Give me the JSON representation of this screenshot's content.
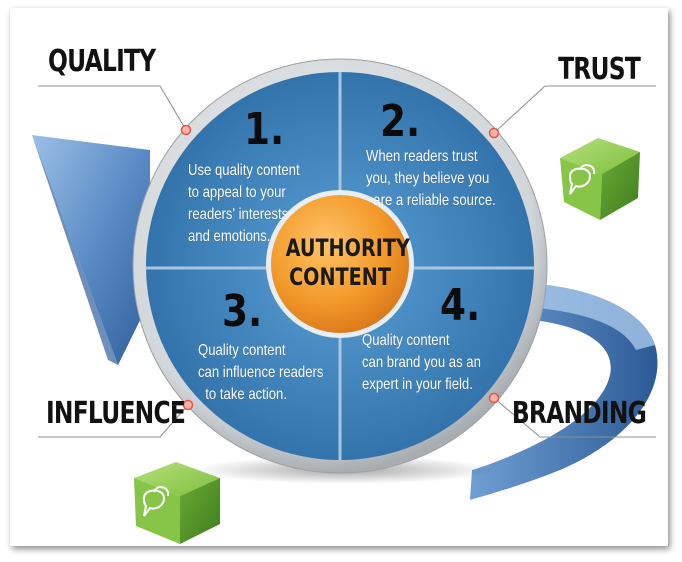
{
  "center": {
    "title": "AUTHORITY\nCONTENT"
  },
  "corners": {
    "top_left": "QUALITY",
    "top_right": "TRUST",
    "bottom_left": "INFLUENCE",
    "bottom_right": "BRANDING"
  },
  "quadrants": [
    {
      "number": "1.",
      "text": "Use quality content\nto appeal to your\nreaders' interests\nand emotions."
    },
    {
      "number": "2.",
      "text": "When readers trust\nyou, they believe you\n  are a reliable source."
    },
    {
      "number": "3.",
      "text": "Quality content\ncan influence readers\n  to take action."
    },
    {
      "number": "4.",
      "text": "Quality content\ncan brand you as an\nexpert in your field."
    }
  ],
  "colors": {
    "quadrant_blue": "#3f86bf",
    "center_orange": "#f39a2b",
    "ring_gray": "#cfd3d6",
    "ribbon_blue": "#6e9fd1",
    "cube_green": "#6fb33c"
  },
  "icons": [
    "speech-bubble-cube-icon",
    "speech-bubble-cube-icon"
  ]
}
